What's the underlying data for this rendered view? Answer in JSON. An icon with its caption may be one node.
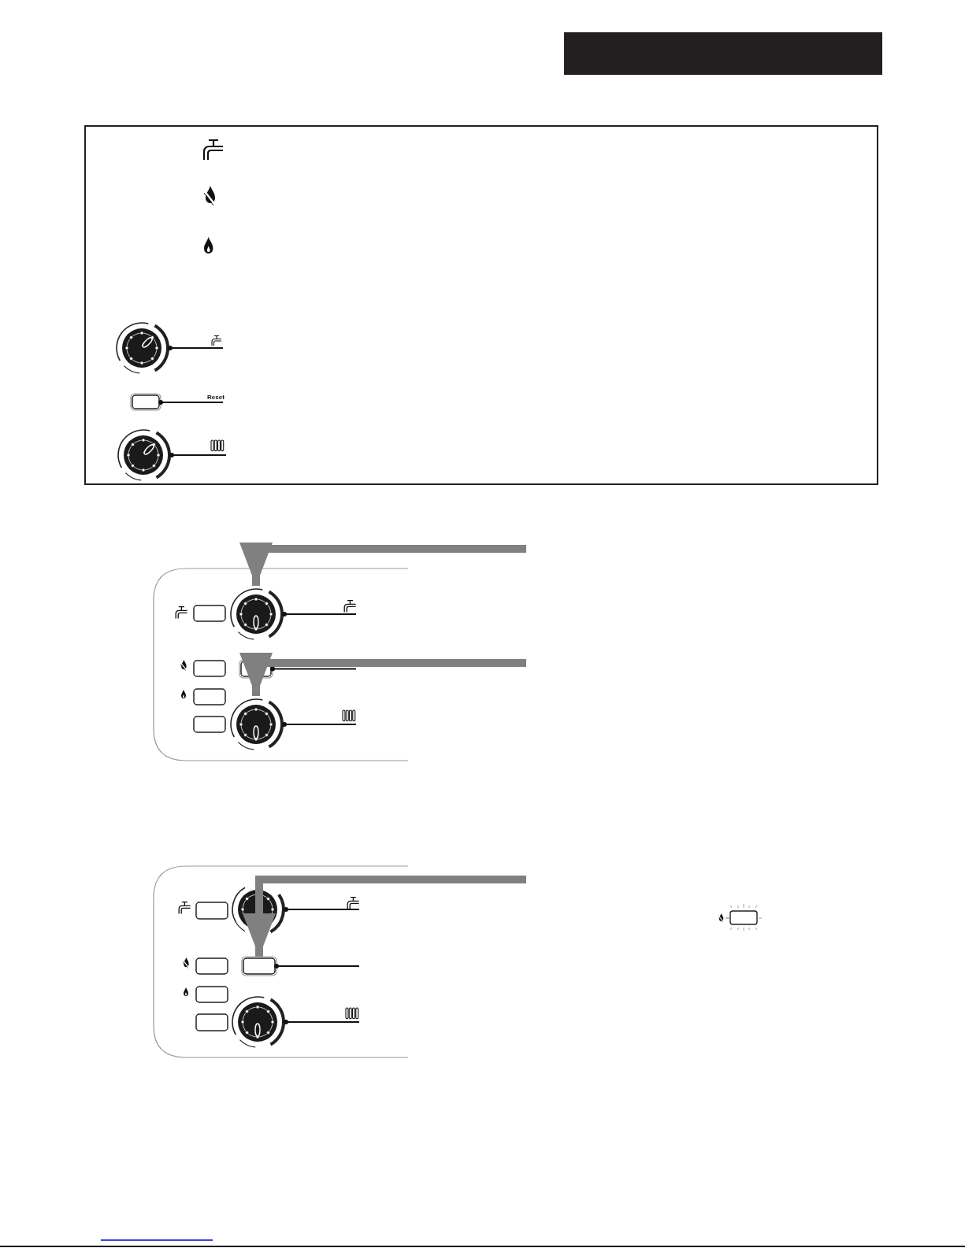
{
  "diagram": {
    "nodes": [
      {
        "text": [],
        "shape": "circle"
      },
      {
        "text": [],
        "shape": "box"
      },
      {
        "text": [
          "Reset"
        ]
      },
      {
        "text": [],
        "shape": "circle"
      },
      {
        "text": [],
        "shape": "circle"
      },
      {
        "text": [],
        "shape": "box"
      },
      {
        "text": [],
        "shape": "circle"
      },
      {
        "text": [],
        "shape": "circle"
      },
      {
        "text": [],
        "shape": "box"
      },
      {
        "text": [],
        "shape": "circle"
      }
    ],
    "edges": [
      {
        "from": 0,
        "to": null,
        "arrow": "other"
      },
      {
        "from": 1,
        "to": 2,
        "arrow": "other"
      },
      {
        "from": 3,
        "to": null,
        "arrow": "other"
      },
      {
        "from": 4,
        "to": null,
        "arrow": "other"
      },
      {
        "from": 5,
        "to": null,
        "arrow": "other"
      },
      {
        "from": 6,
        "to": null,
        "arrow": "other"
      },
      {
        "from": 7,
        "to": null,
        "arrow": "other"
      },
      {
        "from": 8,
        "to": null,
        "arrow": "other"
      },
      {
        "from": 9,
        "to": null,
        "arrow": "other"
      },
      {
        "from": null,
        "to": 4,
        "arrow": "to",
        "style": "thick",
        "color": "#808080"
      },
      {
        "from": null,
        "to": 6,
        "arrow": "to",
        "style": "thick",
        "color": "#808080"
      },
      {
        "from": null,
        "to": 8,
        "arrow": "to",
        "style": "thick",
        "color": "#808080"
      }
    ]
  }
}
